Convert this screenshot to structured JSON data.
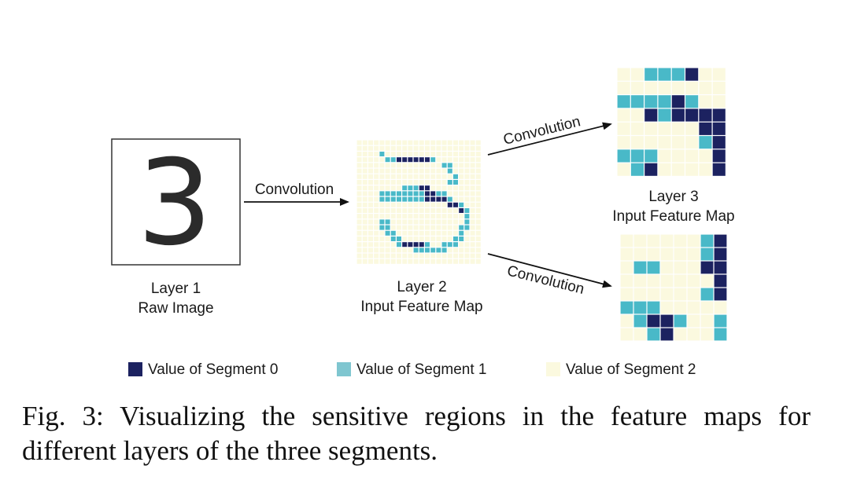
{
  "figure": {
    "arrow_label": "Convolution",
    "layer1": {
      "line1": "Layer 1",
      "line2": "Raw Image"
    },
    "layer2": {
      "line1": "Layer 2",
      "line2": "Input Feature Map"
    },
    "layer3": {
      "line1": "Layer 3",
      "line2": "Input Feature Map"
    },
    "legend": [
      {
        "label": "Value of Segment 0",
        "color": "#1c2260"
      },
      {
        "label": "Value of Segment 1",
        "color": "#49b9c8"
      },
      {
        "label": "Value of Segment 2",
        "color": "#fbf9df"
      }
    ],
    "raw_image": {
      "digit": "3"
    }
  },
  "caption": "Fig. 3: Visualizing the sensitive regions in the feature maps for different layers of the three segments."
}
